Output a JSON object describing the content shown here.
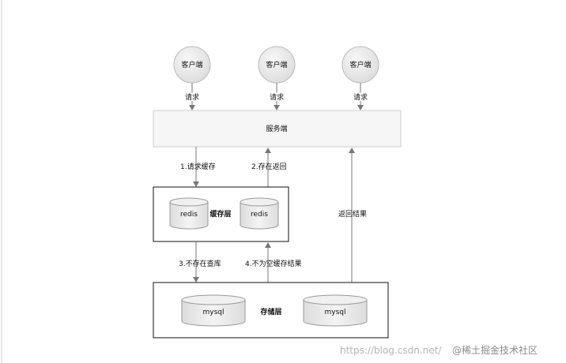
{
  "clients": [
    "客户端",
    "客户端",
    "客户端"
  ],
  "request_label": "请求",
  "server_label": "服务端",
  "cache_layer": {
    "label": "缓存层",
    "nodes": [
      "redis",
      "redis"
    ]
  },
  "storage_layer": {
    "label": "存储层",
    "nodes": [
      "mysql",
      "mysql"
    ]
  },
  "flow": {
    "step1": "1.请求缓存",
    "step2": "2.存在返回",
    "step3": "3.不存在查库",
    "step4": "4.不为空缓存结果",
    "return_result": "返回结果"
  },
  "watermark": {
    "url": "https://blog.csdn.net/",
    "brand": "@稀土掘金技术社区"
  },
  "colors": {
    "box_fill": "#f6f6f6",
    "client_fill": "#e9e9e9",
    "stroke": "#111111",
    "arrow": "#777777"
  }
}
